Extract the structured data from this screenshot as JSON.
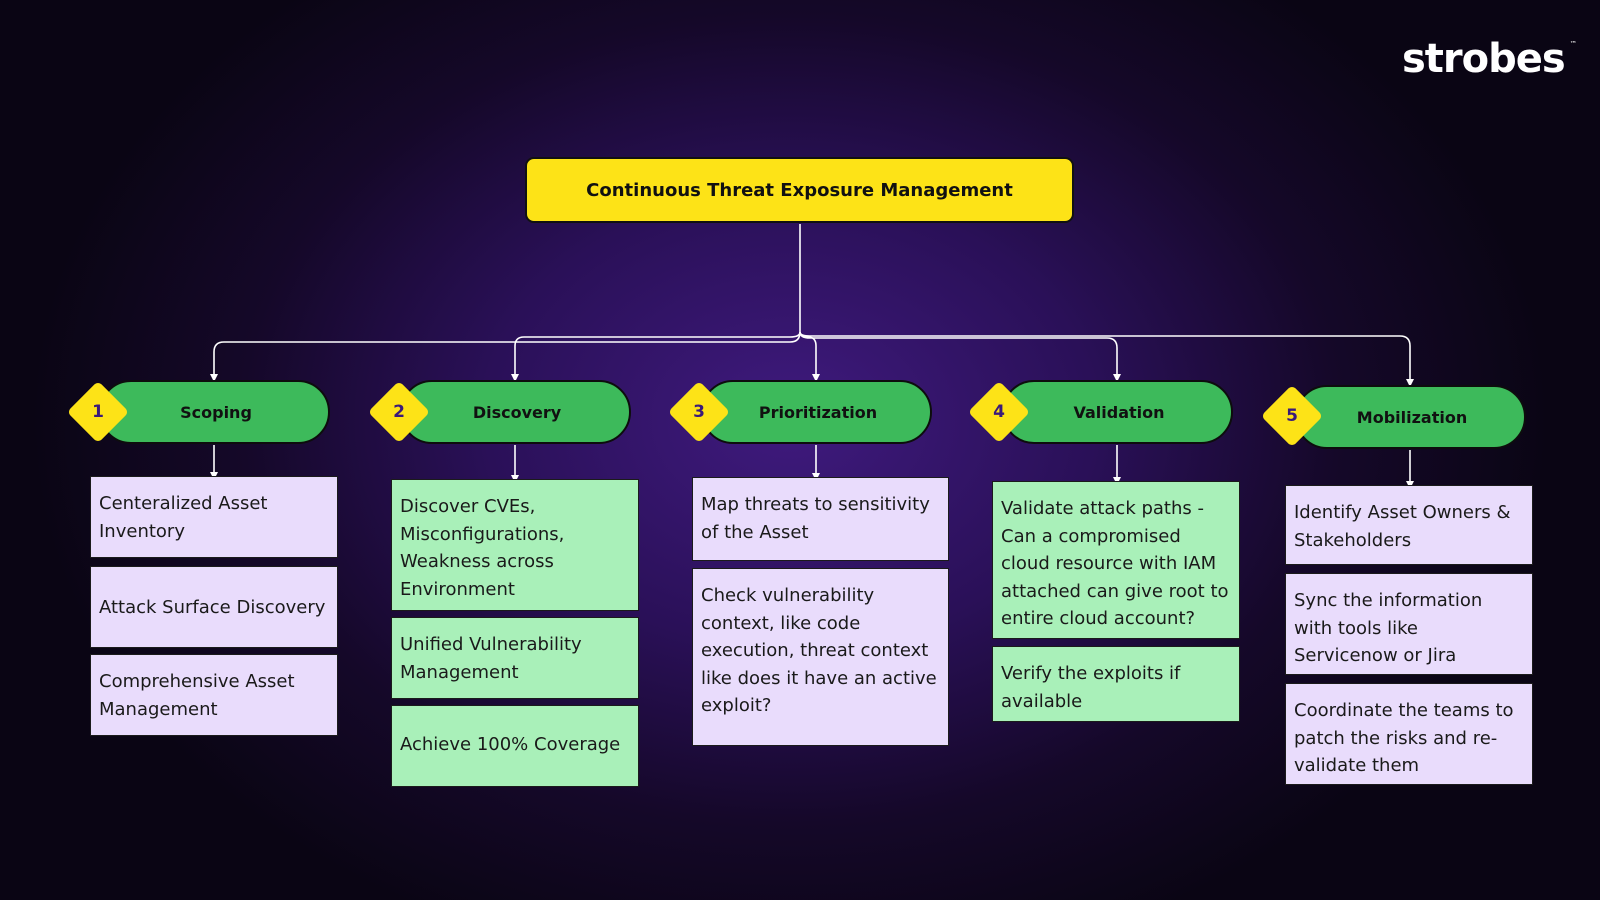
{
  "brand": {
    "name": "strobes",
    "trademark": "™"
  },
  "root": {
    "title": "Continuous Threat Exposure Management"
  },
  "colors": {
    "background": "#2a1058",
    "root_fill": "#fde317",
    "pill_fill": "#3dba5b",
    "badge_fill": "#fde317",
    "badge_text": "#3a1a7a",
    "card_lilac": "#e9dcfc",
    "card_green": "#a9f0b9",
    "connector": "#ffffff"
  },
  "stages": [
    {
      "number": "1",
      "label": "Scoping",
      "card_color": "lilac",
      "items": [
        "Centeralized Asset Inventory",
        "Attack Surface Discovery",
        "Comprehensive Asset Management"
      ]
    },
    {
      "number": "2",
      "label": "Discovery",
      "card_color": "green",
      "items": [
        "Discover CVEs, Misconfigurations, Weakness across Environment",
        "Unified Vulnerability Management",
        "Achieve 100% Coverage"
      ]
    },
    {
      "number": "3",
      "label": "Prioritization",
      "card_color": "lilac",
      "items": [
        "Map threats to sensitivity of the Asset",
        "Check vulnerability context, like code execution, threat context like does it have an active exploit?"
      ]
    },
    {
      "number": "4",
      "label": "Validation",
      "card_color": "green",
      "items": [
        "Validate attack paths - Can a compromised cloud resource with IAM attached can give root to entire cloud account?",
        "Verify the exploits if available"
      ]
    },
    {
      "number": "5",
      "label": "Mobilization",
      "card_color": "lilac",
      "items": [
        "Identify Asset Owners & Stakeholders",
        "Sync the information with tools like Servicenow or Jira",
        "Coordinate the teams to patch the risks and re-validate them"
      ]
    }
  ]
}
